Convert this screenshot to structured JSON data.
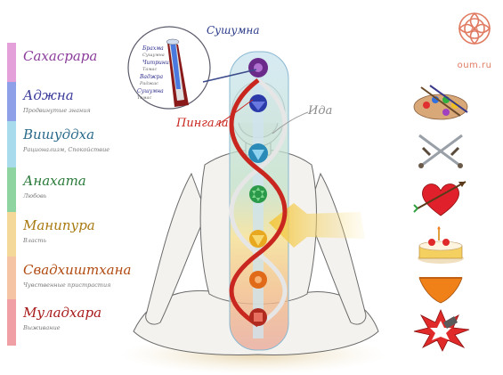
{
  "legend": [
    {
      "name": "Сахасрара",
      "desc": "",
      "bar_color": "#e4a0d8",
      "text_color": "#8a3c9a"
    },
    {
      "name": "Аджна",
      "desc": "Продвинутые знания",
      "bar_color": "#8ea0e8",
      "text_color": "#3a3a9a"
    },
    {
      "name": "Вишуддха",
      "desc": "Рационализм, Спокойствие",
      "bar_color": "#a8dcec",
      "text_color": "#2a6a8a"
    },
    {
      "name": "Анахата",
      "desc": "Любовь",
      "bar_color": "#8ed4a0",
      "text_color": "#2a7a3a"
    },
    {
      "name": "Манипура",
      "desc": "Власть",
      "bar_color": "#f4d89a",
      "text_color": "#a87a10"
    },
    {
      "name": "Свадхиштхана",
      "desc": "Чувственные пристрастия",
      "bar_color": "#f4c4a4",
      "text_color": "#b04a10"
    },
    {
      "name": "Муладхара",
      "desc": "Выживание",
      "bar_color": "#f0a0a4",
      "text_color": "#a81a1a"
    }
  ],
  "labels": {
    "sushumna": "Сушумна",
    "pingala": "Пингала",
    "ida": "Ида",
    "inset_line_1": "Брахма",
    "inset_line_1b": "Сушумна",
    "inset_line_2": "Читрини",
    "inset_line_2b": "Тамас",
    "inset_line_3": "Ваджра",
    "inset_line_3b": "Раджас",
    "inset_line_4": "Сушумна",
    "inset_line_4b": "Тамас"
  },
  "logo": {
    "text": "oum.ru"
  },
  "icons": [
    "palette-icon",
    "crossed-swords-icon",
    "heart-arrow-icon",
    "cake-icon",
    "underwear-icon",
    "explosion-icon"
  ],
  "colors": {
    "pingala": "#c8261e",
    "ida": "#e8e8e8",
    "sushumna_column": "#a8d4e8",
    "brand": "#e07b62"
  }
}
